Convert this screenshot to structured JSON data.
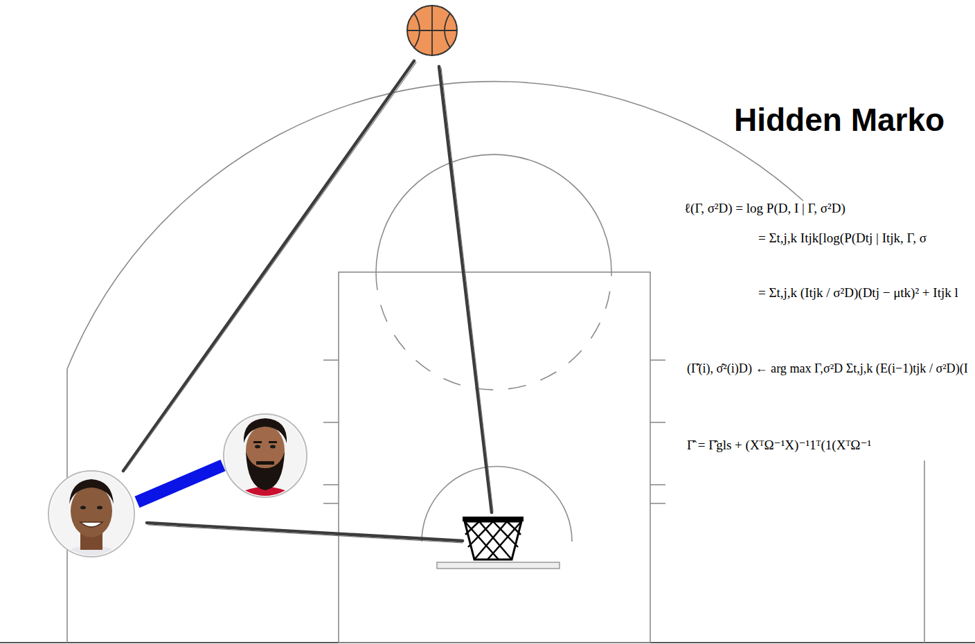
{
  "diagram": {
    "title": "Hidden Marko",
    "labels": [
      "ℓ(Γ, σ²D) = log P(D, I | Γ, σ²D)",
      "= Σt,j,k Itjk[log(P(Dtj | Itjk, Γ, σ",
      "= Σt,j,k (Itjk / σ²D)(Dtj − μtk)² + Itjk l",
      "(Γ̂(i), σ̂²(i)D) ← arg max Γ,σ²D Σt,j,k (E(i−1)tjk / σ²D)(I",
      "Γ̂ = Γ̂gls + (XᵀΩ⁻¹X)⁻¹1ᵀ(1(XᵀΩ⁻¹"
    ]
  }
}
